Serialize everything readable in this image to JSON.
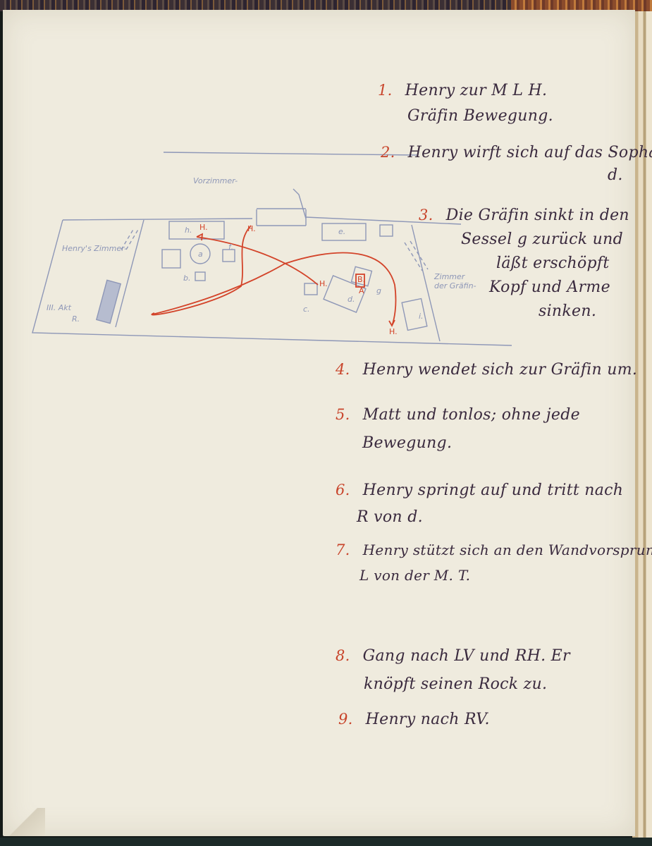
{
  "diagram": {
    "labels": {
      "vorzimmer": "Vorzimmer-",
      "henrys_zimmer": "Henry's Zimmer-",
      "zimmer_graefin": "Zimmer der Gräfin-",
      "akt": "III. Akt",
      "r": "R.",
      "piece_a": "a",
      "piece_b": "b.",
      "piece_c": "c.",
      "piece_d": "d.",
      "piece_e": "e.",
      "piece_f": "f.",
      "piece_g": "g",
      "piece_h": "h.",
      "piece_i": "i."
    },
    "markers": {
      "h1": "H.",
      "h2": "H.",
      "h3": "H.",
      "h4": "H.",
      "b": "B.",
      "a": "A"
    }
  },
  "notes": [
    {
      "num": "1.",
      "lines": [
        "Henry zur M L H.",
        "Gräfin Bewegung."
      ]
    },
    {
      "num": "2.",
      "lines": [
        "Henry wirft sich auf das Sopha",
        "d."
      ]
    },
    {
      "num": "3.",
      "lines": [
        "Die Gräfin sinkt in den",
        "Sessel g zurück und",
        "läßt erschöpft",
        "Kopf und Arme",
        "sinken."
      ]
    },
    {
      "num": "4.",
      "lines": [
        "Henry wendet sich zur Gräfin um."
      ]
    },
    {
      "num": "5.",
      "lines": [
        "Matt und tonlos; ohne jede",
        "Bewegung."
      ]
    },
    {
      "num": "6.",
      "lines": [
        "Henry springt auf und tritt nach",
        "R von d."
      ]
    },
    {
      "num": "7.",
      "lines": [
        "Henry stützt sich an den Wandvorsprung",
        "L von der M. T."
      ]
    },
    {
      "num": "8.",
      "lines": [
        "Gang nach LV und RH. Er",
        "knöpft seinen Rock zu."
      ]
    },
    {
      "num": "9.",
      "lines": [
        "Henry nach RV."
      ]
    }
  ],
  "colors": {
    "ink": "#3a2a3e",
    "numbers": "#c8442b",
    "pencil": "#8e97b7",
    "redpath": "#d3442a",
    "paper": "#efebde"
  }
}
